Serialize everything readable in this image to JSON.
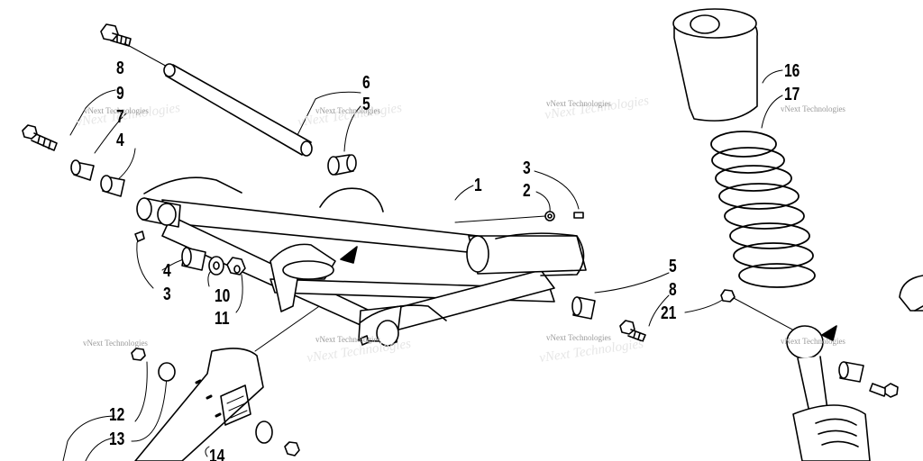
{
  "callouts": {
    "c8a": "8",
    "c9": "9",
    "c7": "7",
    "c4a": "4",
    "c6": "6",
    "c5a": "5",
    "c1": "1",
    "c3a": "3",
    "c2": "2",
    "c4b": "4",
    "c3b": "3",
    "c10": "10",
    "c11": "11",
    "c16": "16",
    "c17": "17",
    "c5b": "5",
    "c8b": "8",
    "c21": "21",
    "c12": "12",
    "c13": "13",
    "c14": "14"
  },
  "watermark": {
    "text": "vNext Technologies"
  },
  "colors": {
    "ink": "#000000",
    "fill": "#ffffff",
    "watermark": "#9a9a9a"
  }
}
